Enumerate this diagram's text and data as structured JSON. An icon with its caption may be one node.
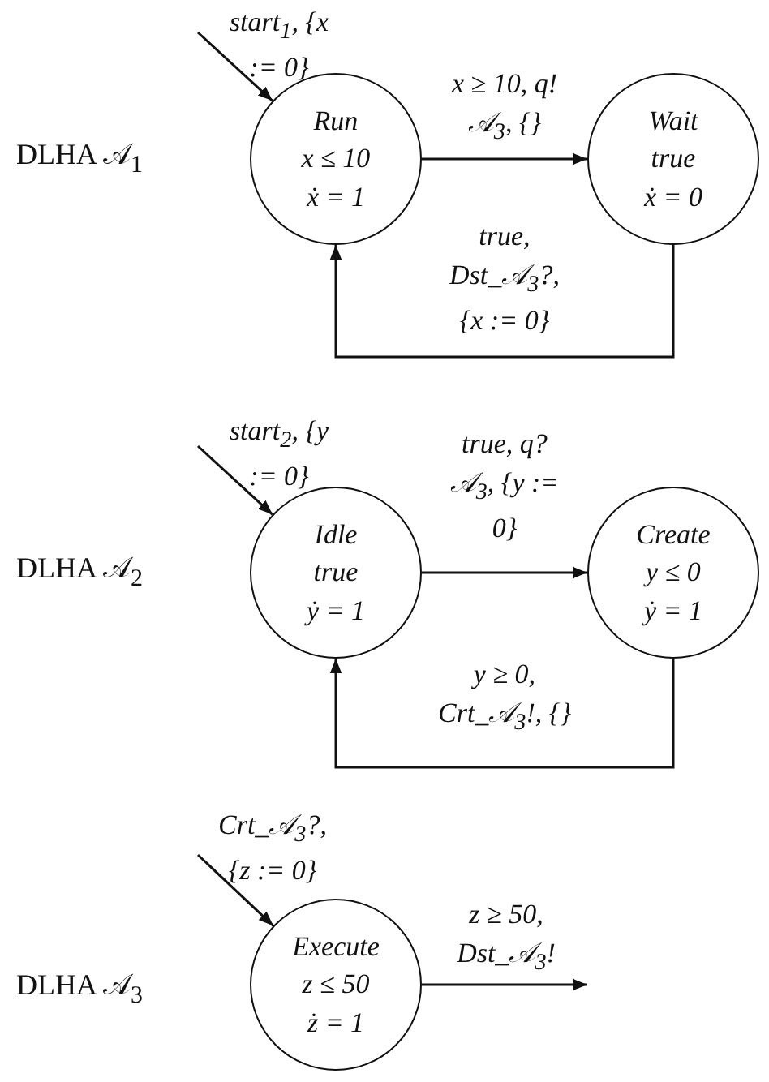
{
  "diagram": {
    "nodes": [
      {
        "text": [
          "Run",
          "x ≤ 10",
          "ẋ = 1"
        ]
      },
      {
        "text": [
          "Wait",
          "true",
          "ẋ = 0"
        ]
      },
      {
        "text": [
          "Idle",
          "true",
          "ẏ = 1"
        ]
      },
      {
        "text": [
          "Create",
          "y ≤ 0",
          "ẏ = 1"
        ]
      },
      {
        "text": [
          "Execute",
          "z ≤ 50",
          "ż = 1"
        ]
      }
    ],
    "edges": [
      {
        "from": null,
        "to": 0,
        "arrow": "to",
        "label": "start$_{1}$, {x := 0}"
      },
      {
        "from": 0,
        "to": 1,
        "arrow": "to",
        "label": "x ≥ 10, q!𝒜$_{3}$, {}"
      },
      {
        "from": 1,
        "to": 0,
        "arrow": "to",
        "label": "true, Dst_𝒜$_{3}$?, {x := 0}"
      },
      {
        "from": null,
        "to": 2,
        "arrow": "to",
        "label": "start$_{2}$, {y := 0}"
      },
      {
        "from": 2,
        "to": 3,
        "arrow": "to",
        "label": "true, q?𝒜$_{3}$, {y := 0}"
      },
      {
        "from": 3,
        "to": 2,
        "arrow": "to",
        "label": "y ≥ 0, Crt_𝒜$_{3}$!, {}"
      },
      {
        "from": null,
        "to": 4,
        "arrow": "to",
        "label": "Crt_𝒜$_{3}$?, {z := 0}"
      },
      {
        "from": 4,
        "to": null,
        "arrow": "to",
        "label": "z ≥ 50, Dst_𝒜$_{3}$!"
      }
    ],
    "labels": [
      "DLHA 𝒜$_{1}$",
      "DLHA 𝒜$_{2}$",
      "DLHA 𝒜$_{3}$"
    ]
  }
}
